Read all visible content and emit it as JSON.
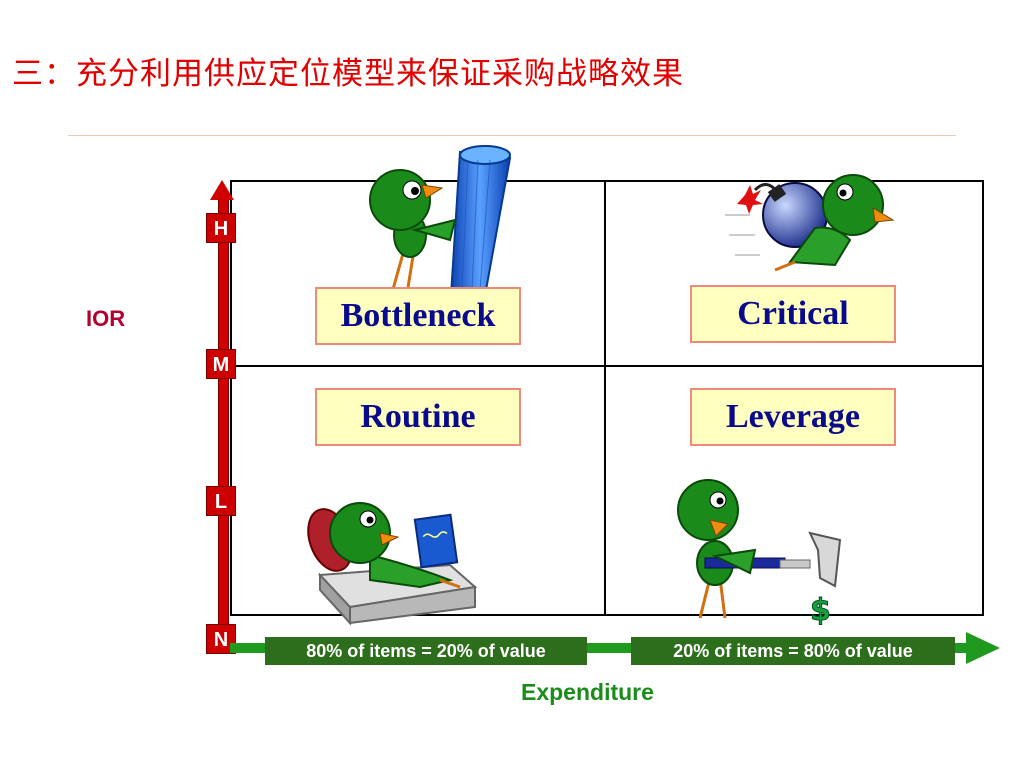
{
  "title": "三：充分利用供应定位模型来保证采购战略效果",
  "y_axis": {
    "label": "IOR",
    "levels": [
      "H",
      "M",
      "L",
      "N"
    ]
  },
  "x_axis": {
    "label": "Expenditure",
    "left_note": "80% of items = 20% of value",
    "right_note": "20% of items = 80% of value"
  },
  "quadrants": {
    "top_left": "Bottleneck",
    "top_right": "Critical",
    "bottom_left": "Routine",
    "bottom_right": "Leverage"
  },
  "colors": {
    "title": "#e00000",
    "y_axis": "#d00000",
    "x_axis": "#1f9a1f",
    "x_note_bg": "#2d6e1c",
    "box_fill": "#ffffc0",
    "box_border": "#ef8a7a",
    "box_text": "#0a0a8c",
    "bird": "#1a8a1a"
  },
  "illustrations": {
    "bottleneck": "bird-with-bottle",
    "critical": "bird-with-bomb",
    "routine": "bird-reading-on-couch",
    "leverage": "bird-with-hammer-and-dollar"
  }
}
